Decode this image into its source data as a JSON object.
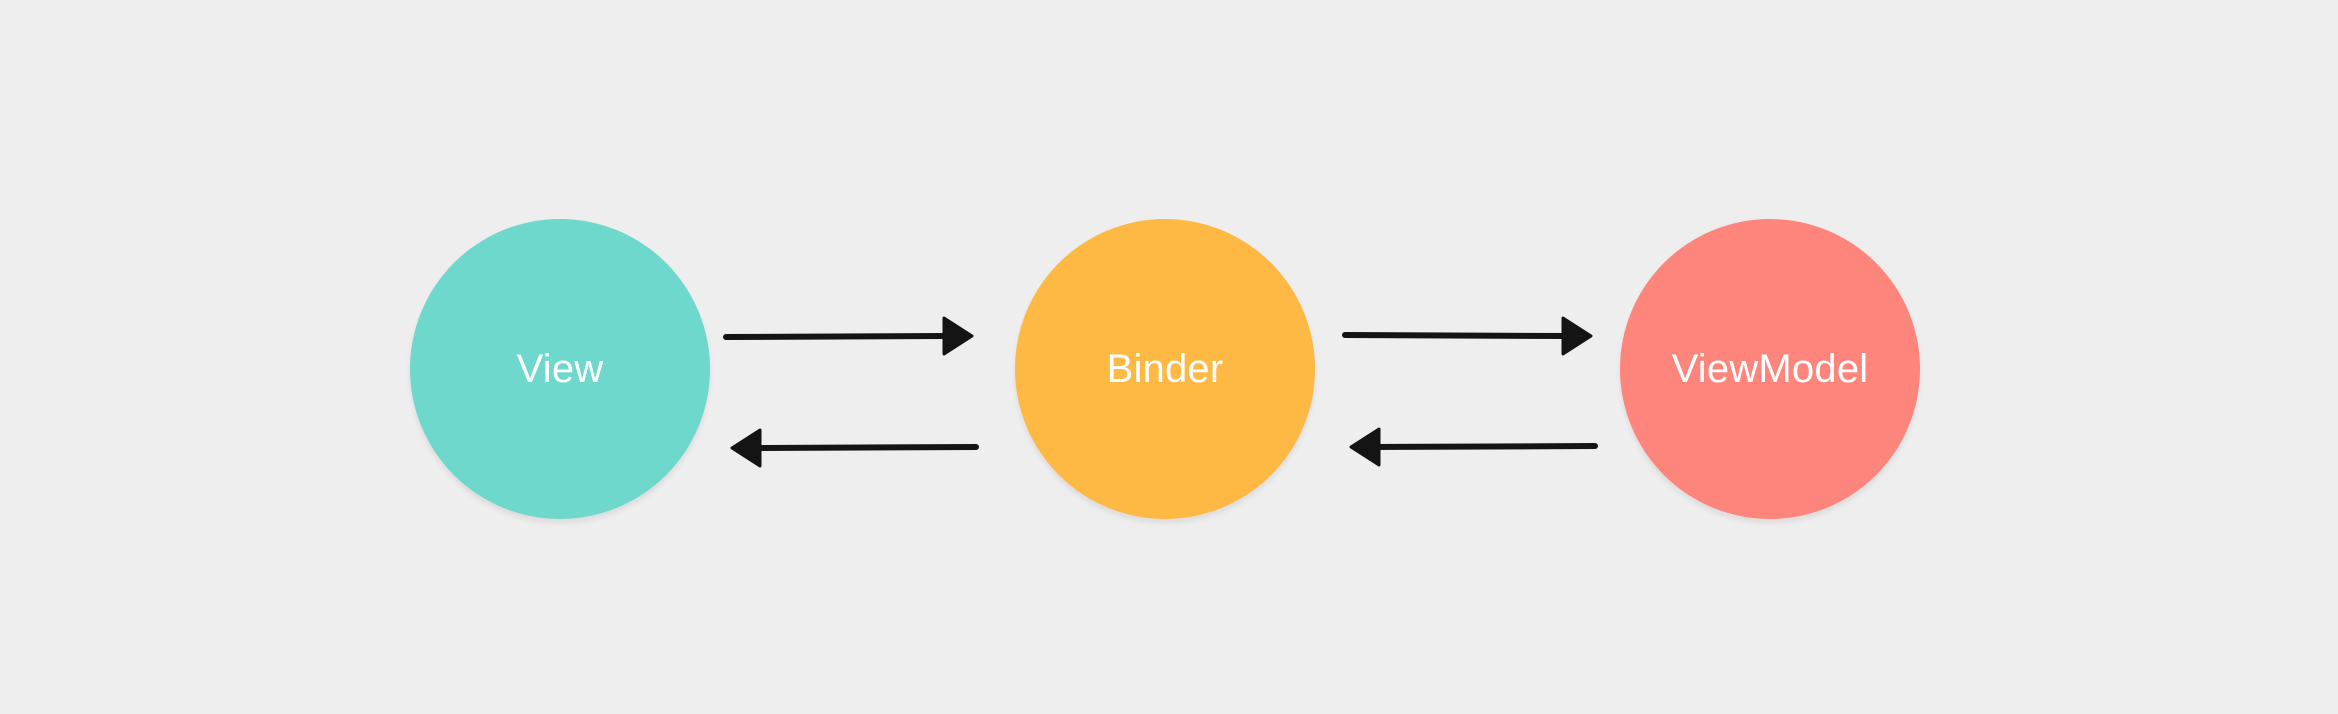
{
  "diagram": {
    "nodes": [
      {
        "id": "view",
        "label": "View",
        "color": "#6dd8cb"
      },
      {
        "id": "binder",
        "label": "Binder",
        "color": "#fdb944"
      },
      {
        "id": "viewmodel",
        "label": "ViewModel",
        "color": "#fe857c"
      }
    ],
    "edges": [
      {
        "from": "view",
        "to": "binder"
      },
      {
        "from": "binder",
        "to": "view"
      },
      {
        "from": "binder",
        "to": "viewmodel"
      },
      {
        "from": "viewmodel",
        "to": "binder"
      }
    ]
  }
}
